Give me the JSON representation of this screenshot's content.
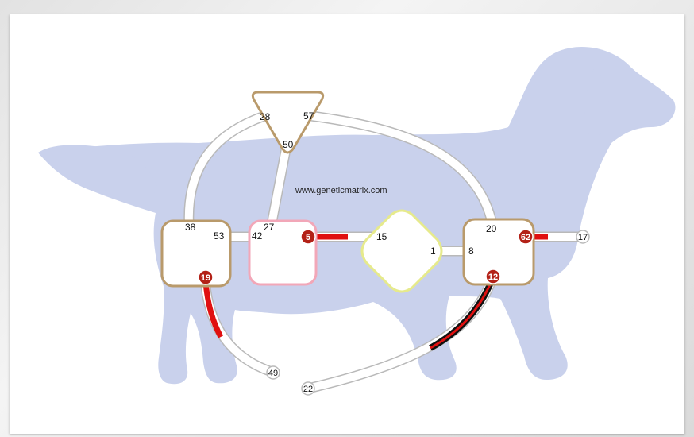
{
  "watermark": "www.geneticmatrix.com",
  "colors": {
    "dog_silhouette": "#c9d1ec",
    "tube_fill": "#ffffff",
    "tube_outline": "#b9b9b9",
    "node_tan": "#b99a6b",
    "node_pink": "#f2a7b8",
    "node_yellow": "#e6ea8c",
    "marker_red": "#e01010",
    "badge_red": "#b32117",
    "marker_black": "#111111"
  },
  "nodes": [
    {
      "id": "triangle-node",
      "shape": "triangle",
      "color": "tan",
      "labels": [
        "28",
        "57",
        "50"
      ]
    },
    {
      "id": "left-square-node",
      "shape": "rounded-square",
      "color": "tan",
      "labels": [
        "38",
        "53"
      ],
      "badge": "19"
    },
    {
      "id": "pink-square-node",
      "shape": "rounded-square",
      "color": "pink",
      "labels": [
        "42",
        "27"
      ],
      "badge": "5"
    },
    {
      "id": "diamond-node",
      "shape": "diamond",
      "color": "yellow",
      "labels": [
        "15",
        "1"
      ]
    },
    {
      "id": "right-square-node",
      "shape": "rounded-square",
      "color": "tan",
      "labels": [
        "20",
        "8"
      ],
      "badges": [
        "62",
        "12"
      ]
    }
  ],
  "endpoints": [
    "49",
    "22",
    "17"
  ]
}
